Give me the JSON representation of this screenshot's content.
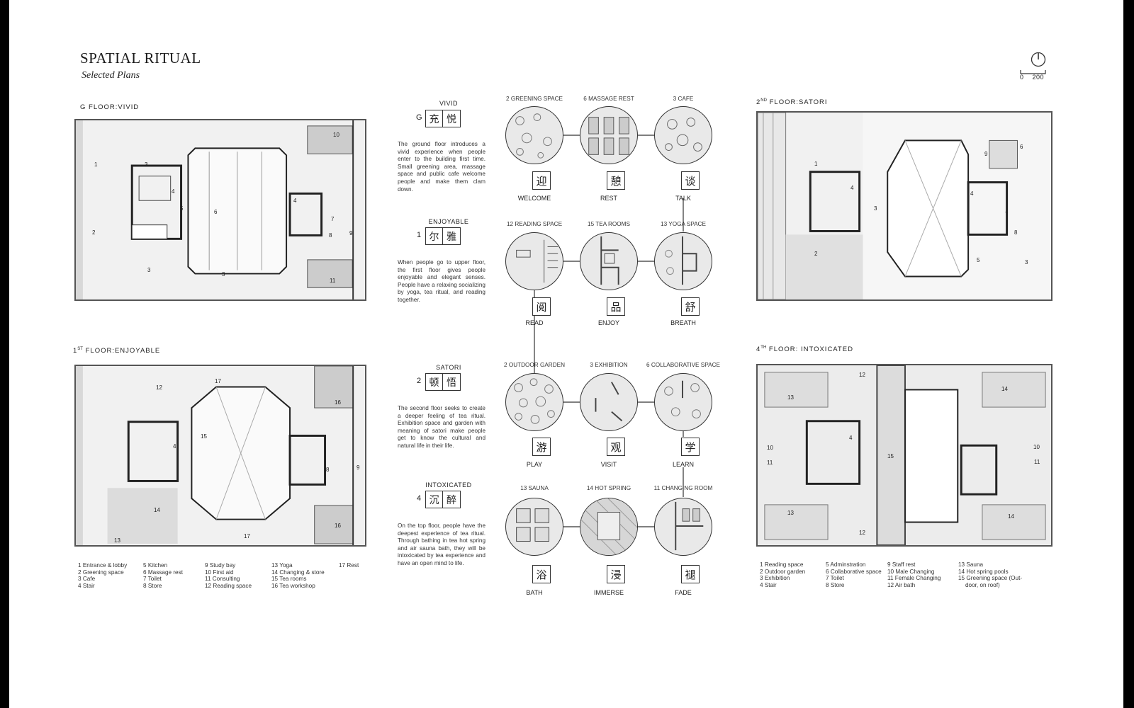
{
  "header": {
    "title": "SPATIAL RITUAL",
    "subtitle": "Selected Plans"
  },
  "scale_bar": {
    "label": "0    200"
  },
  "floors": {
    "g": {
      "pre": "G",
      "sup": "",
      "post": " FLOOR:VIVID"
    },
    "first": {
      "pre": "1",
      "sup": "ST",
      "post": " FLOOR:ENJOYABLE"
    },
    "second": {
      "pre": "2",
      "sup": "ND",
      "post": " FLOOR:SATORI"
    },
    "fourth": {
      "pre": "4",
      "sup": "TH",
      "post": " FLOOR: INTOXICATED"
    }
  },
  "plan_numbers": {
    "g": [
      "1",
      "2",
      "3",
      "3",
      "3",
      "4",
      "4",
      "5",
      "6",
      "7",
      "8",
      "9",
      "10",
      "11"
    ],
    "first": [
      "12",
      "17",
      "16",
      "15",
      "4",
      "14",
      "8",
      "9",
      "13",
      "17",
      "16"
    ],
    "second": [
      "1",
      "2",
      "3",
      "3",
      "4",
      "4",
      "5",
      "6",
      "7",
      "8",
      "9",
      "3"
    ],
    "fourth": [
      "12",
      "14",
      "13",
      "4",
      "10",
      "11",
      "15",
      "10",
      "11",
      "13",
      "12",
      "14"
    ]
  },
  "legend_left": {
    "col1": [
      "1 Entrance & lobby",
      "2 Greening space",
      "3 Cafe",
      "4 Stair"
    ],
    "col2": [
      "5 Kitchen",
      "6 Massage rest",
      "7 Toilet",
      "8 Store"
    ],
    "col3": [
      "9 Study bay",
      "10  First aid",
      "11 Consulting",
      "12 Reading space"
    ],
    "col4": [
      "13 Yoga",
      "14 Changing & store",
      "15 Tea rooms",
      "16 Tea workshop"
    ],
    "col5": [
      "17 Rest"
    ]
  },
  "legend_right": {
    "col1": [
      "1 Reading space",
      "2 Outdoor garden",
      "3 Exhibition",
      "4 Stair"
    ],
    "col2": [
      "5 Adminstration",
      "6 Collaborative space",
      "7 Toilet",
      "8 Store"
    ],
    "col3": [
      "9 Staff rest",
      "10 Male Changing",
      "11 Female Changing",
      "12 Air bath"
    ],
    "col4": [
      "13 Sauna",
      "14 Hot spring pools",
      "15  Greening  space  (Out-",
      "door, on roof)"
    ]
  },
  "themes": [
    {
      "name": "VIVID",
      "num": "G",
      "chars": [
        "充",
        "悦"
      ],
      "desc": "The ground floor introduces a vivid experience when people enter to the building first time. Small greening area, massage space and public cafe welcome people and make them clam down."
    },
    {
      "name": "ENJOYABLE",
      "num": "1",
      "chars": [
        "尔",
        "雅"
      ],
      "desc": "When people go to upper floor, the first floor gives people enjoyable and elegant senses. People have a relaxing socializing by yoga, tea ritual, and reading together."
    },
    {
      "name": "SATORI",
      "num": "2",
      "chars": [
        "顿",
        "悟"
      ],
      "desc": "The second floor seeks to create a deeper feeling of tea ritual. Exhibition space and garden with meaning of satori make people get to know the cultural and natural life in their life."
    },
    {
      "name": "INTOXICATED",
      "num": "4",
      "chars": [
        "沉",
        "醉"
      ],
      "desc": "On the top floor, people have the deepest experience of tea ritual. Through bathing in tea hot spring and air sauna bath, they will be intoxicated by tea experience and have an open mind to life."
    }
  ],
  "rows": [
    [
      {
        "label": "2 GREENING SPACE",
        "char": "迎",
        "verb": "WELCOME"
      },
      {
        "label": "6 MASSAGE REST",
        "char": "憩",
        "verb": "REST"
      },
      {
        "label": "3 CAFE",
        "char": "谈",
        "verb": "TALK"
      }
    ],
    [
      {
        "label": "12 READING SPACE",
        "char": "阅",
        "verb": "READ"
      },
      {
        "label": "15 TEA ROOMS",
        "char": "品",
        "verb": "ENJOY"
      },
      {
        "label": "13 YOGA SPACE",
        "char": "舒",
        "verb": "BREATH"
      }
    ],
    [
      {
        "label": "2 OUTDOOR GARDEN",
        "char": "游",
        "verb": "PLAY"
      },
      {
        "label": "3 EXHIBITION",
        "char": "观",
        "verb": "VISIT"
      },
      {
        "label": "6 COLLABORATIVE SPACE",
        "char": "学",
        "verb": "LEARN"
      }
    ],
    [
      {
        "label": "13 SAUNA",
        "char": "浴",
        "verb": "BATH"
      },
      {
        "label": "14 HOT SPRING",
        "char": "浸",
        "verb": "IMMERSE"
      },
      {
        "label": "11 CHANGING ROOM",
        "char": "褪",
        "verb": "FADE"
      }
    ]
  ]
}
